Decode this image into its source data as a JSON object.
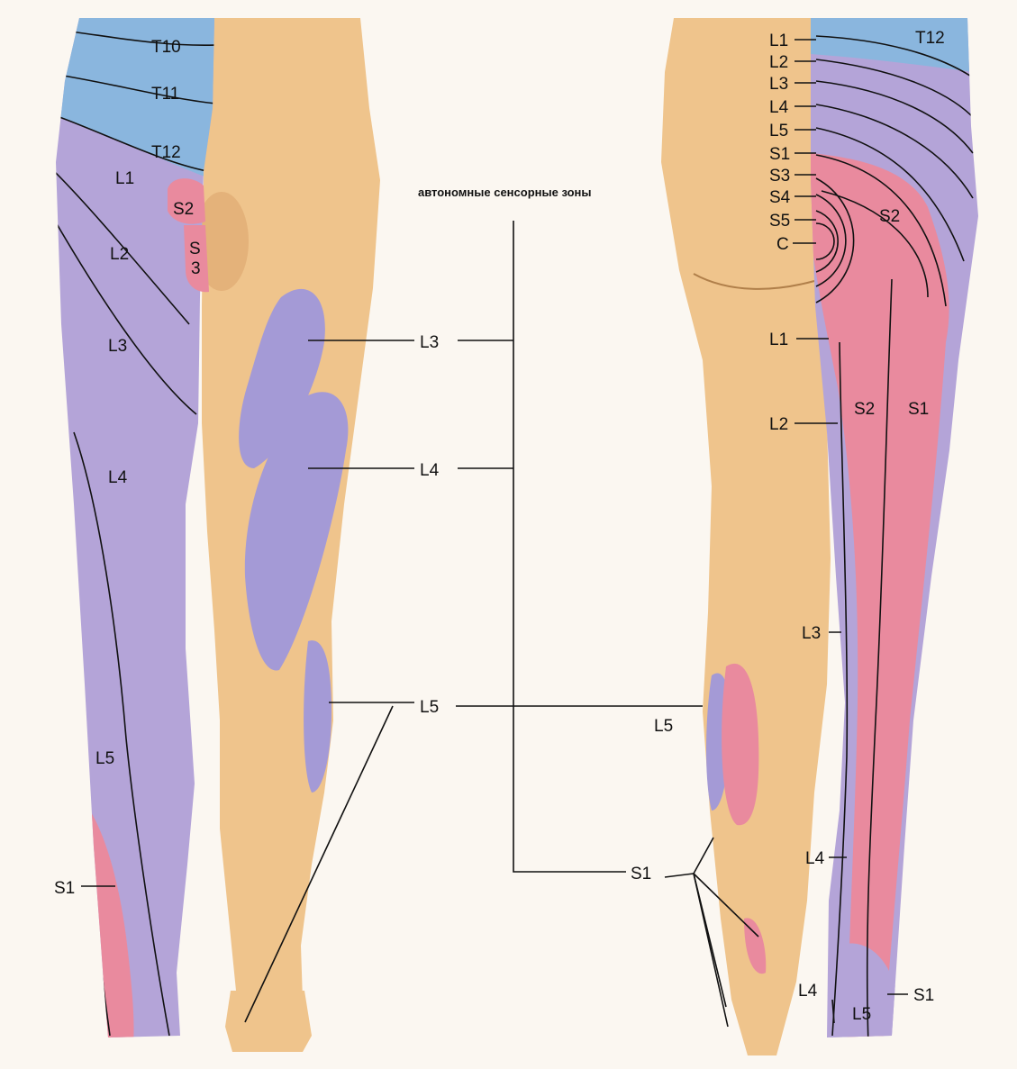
{
  "title": "автономные сенсорные зоны",
  "colors": {
    "thoracic": "#8ab6de",
    "lumbar": "#b4a4d8",
    "sacral": "#e98a9e",
    "skin": "#efc48c",
    "autonomous_zone": "#a49ad6",
    "line": "#111111",
    "page": "#fbf7f1"
  },
  "anterior_view": {
    "segments": [
      "T10",
      "T11",
      "T12",
      "L1",
      "L2",
      "L3",
      "L4",
      "L5",
      "S1",
      "S2",
      "S3"
    ],
    "s3_line1": "S",
    "s3_line2": "3"
  },
  "posterior_view": {
    "left_ladder": [
      "L1",
      "L2",
      "L3",
      "L4",
      "L5",
      "S1",
      "S3",
      "S4",
      "S5",
      "C"
    ],
    "top_right": "T12",
    "buttock": "S2",
    "thigh_labels": [
      "L1",
      "L2",
      "S2",
      "S1"
    ],
    "leg_labels": [
      "L3",
      "L4",
      "L5",
      "L4",
      "L5",
      "S1"
    ]
  },
  "autonomous_zones": [
    "L3",
    "L4",
    "L5",
    "S1"
  ]
}
